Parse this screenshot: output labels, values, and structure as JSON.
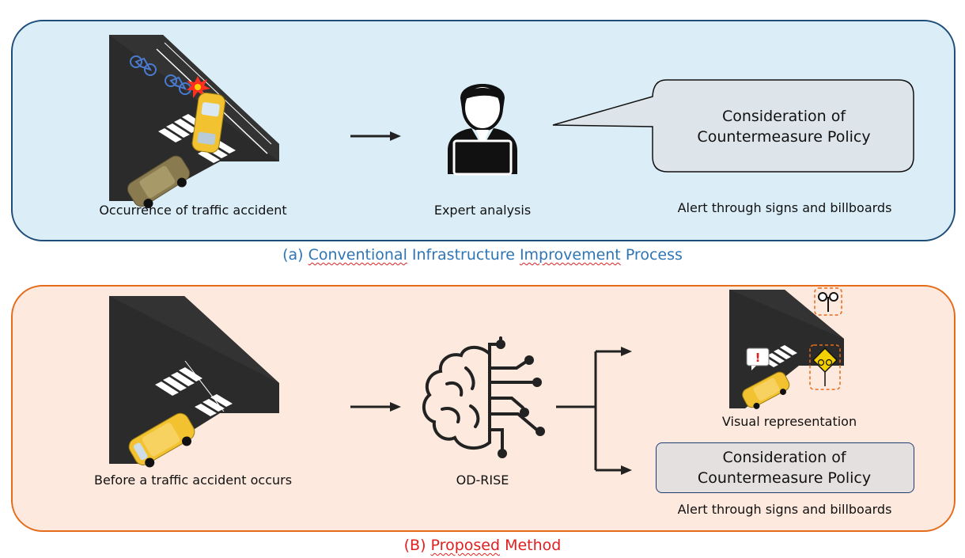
{
  "panel_a": {
    "step1_label": "Occurrence of traffic accident",
    "step2_label": "Expert analysis",
    "policy_line1": "Consideration of",
    "policy_line2": "Countermeasure Policy",
    "alert_label": "Alert through signs and billboards",
    "caption": {
      "prefix": "(a) ",
      "w1": "Conventional",
      "w2": " Infrastructure ",
      "w3": "Improvement",
      "w4": " Process",
      "color": "#2e75b6"
    }
  },
  "panel_b": {
    "step1_label": "Before a traffic accident occurs",
    "step2_label": "OD-RISE",
    "visual_label": "Visual representation",
    "policy_line1": "Consideration of",
    "policy_line2": "Countermeasure Policy",
    "alert_label": "Alert through signs and billboards",
    "caption": {
      "prefix": "(B) ",
      "w1": "Proposed",
      "w2": " Method",
      "color": "#e02020"
    }
  },
  "colors": {
    "panel_a_bg": "#dbeef8",
    "panel_a_border": "#1f4e79",
    "panel_b_bg": "#fde9de",
    "panel_b_border": "#e46c1a",
    "road": "#2b2b2b",
    "taxi": "#f2c230"
  },
  "icons": [
    "accident-scene-illustration",
    "expert-icon",
    "speech-bubble",
    "road-scene-illustration",
    "ai-brain-icon",
    "warning-sign-icon",
    "exclamation-bubble-icon"
  ]
}
